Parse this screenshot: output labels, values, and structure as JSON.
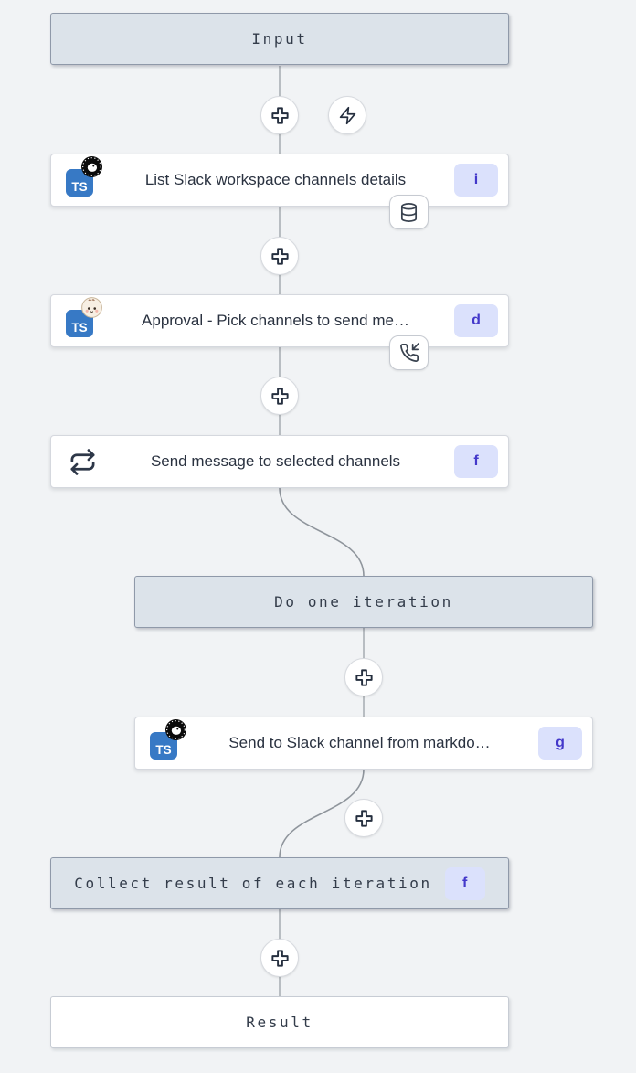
{
  "flow": {
    "input": {
      "label": "Input"
    },
    "step1": {
      "label": "List Slack workspace channels details",
      "badge": "i",
      "language": "typescript",
      "runtime": "deno",
      "action": "database"
    },
    "step2": {
      "label": "Approval - Pick channels to send me…",
      "badge": "d",
      "language": "typescript",
      "runtime": "bun",
      "action": "phone-incoming"
    },
    "step3": {
      "label": "Send message to selected channels",
      "badge": "f",
      "kind": "forloop"
    },
    "iteration": {
      "label": "Do one iteration"
    },
    "step4": {
      "label": "Send to Slack channel from markdo…",
      "badge": "g",
      "language": "typescript",
      "runtime": "deno"
    },
    "collect": {
      "label": "Collect result of each iteration",
      "badge": "f"
    },
    "result": {
      "label": "Result"
    }
  },
  "icons": {
    "typescript_label": "TS"
  },
  "colors": {
    "canvas_bg": "#f1f3f5",
    "virtual_box_bg": "#dce3ea",
    "virtual_box_border": "#8f99a9",
    "node_bg": "#ffffff",
    "node_border": "#d5d8de",
    "badge_bg": "#dbe1fc",
    "badge_text": "#4338ca",
    "typescript_blue": "#3779c5",
    "connector_line": "#9aa0a6",
    "icon_stroke": "#2a3342"
  }
}
